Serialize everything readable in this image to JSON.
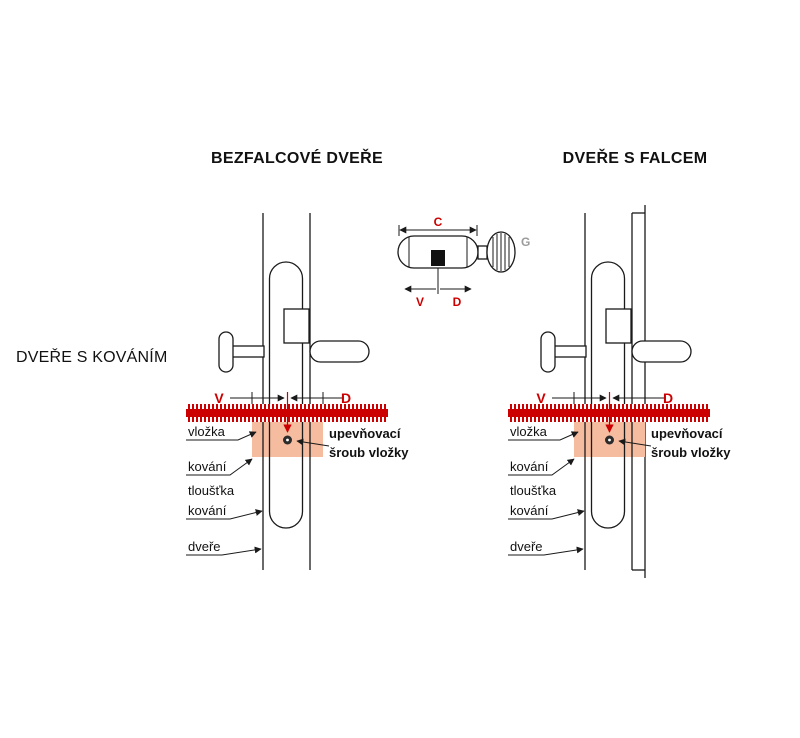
{
  "header": {
    "left_title": "BEZFALCOVÉ DVEŘE",
    "right_title": "DVEŘE S FALCEM",
    "side_label": "DVEŘE S KOVÁNÍM"
  },
  "cylinder_legend": {
    "c": "C",
    "v": "V",
    "d": "D",
    "g": "G"
  },
  "labels": {
    "v": "V",
    "d": "D",
    "vlozka": "vložka",
    "kovani": "kování",
    "tloustka_kovani_line1": "tloušťka",
    "tloustka_kovani_line2": "kování",
    "dvere": "dveře",
    "sroub_line1": "upevňovací",
    "sroub_line2": "šroub vložky"
  },
  "colors": {
    "red": "#cc0000",
    "pink": "#f5bc9f",
    "gray": "#9b9b9b",
    "line": "#1a1a1a"
  }
}
